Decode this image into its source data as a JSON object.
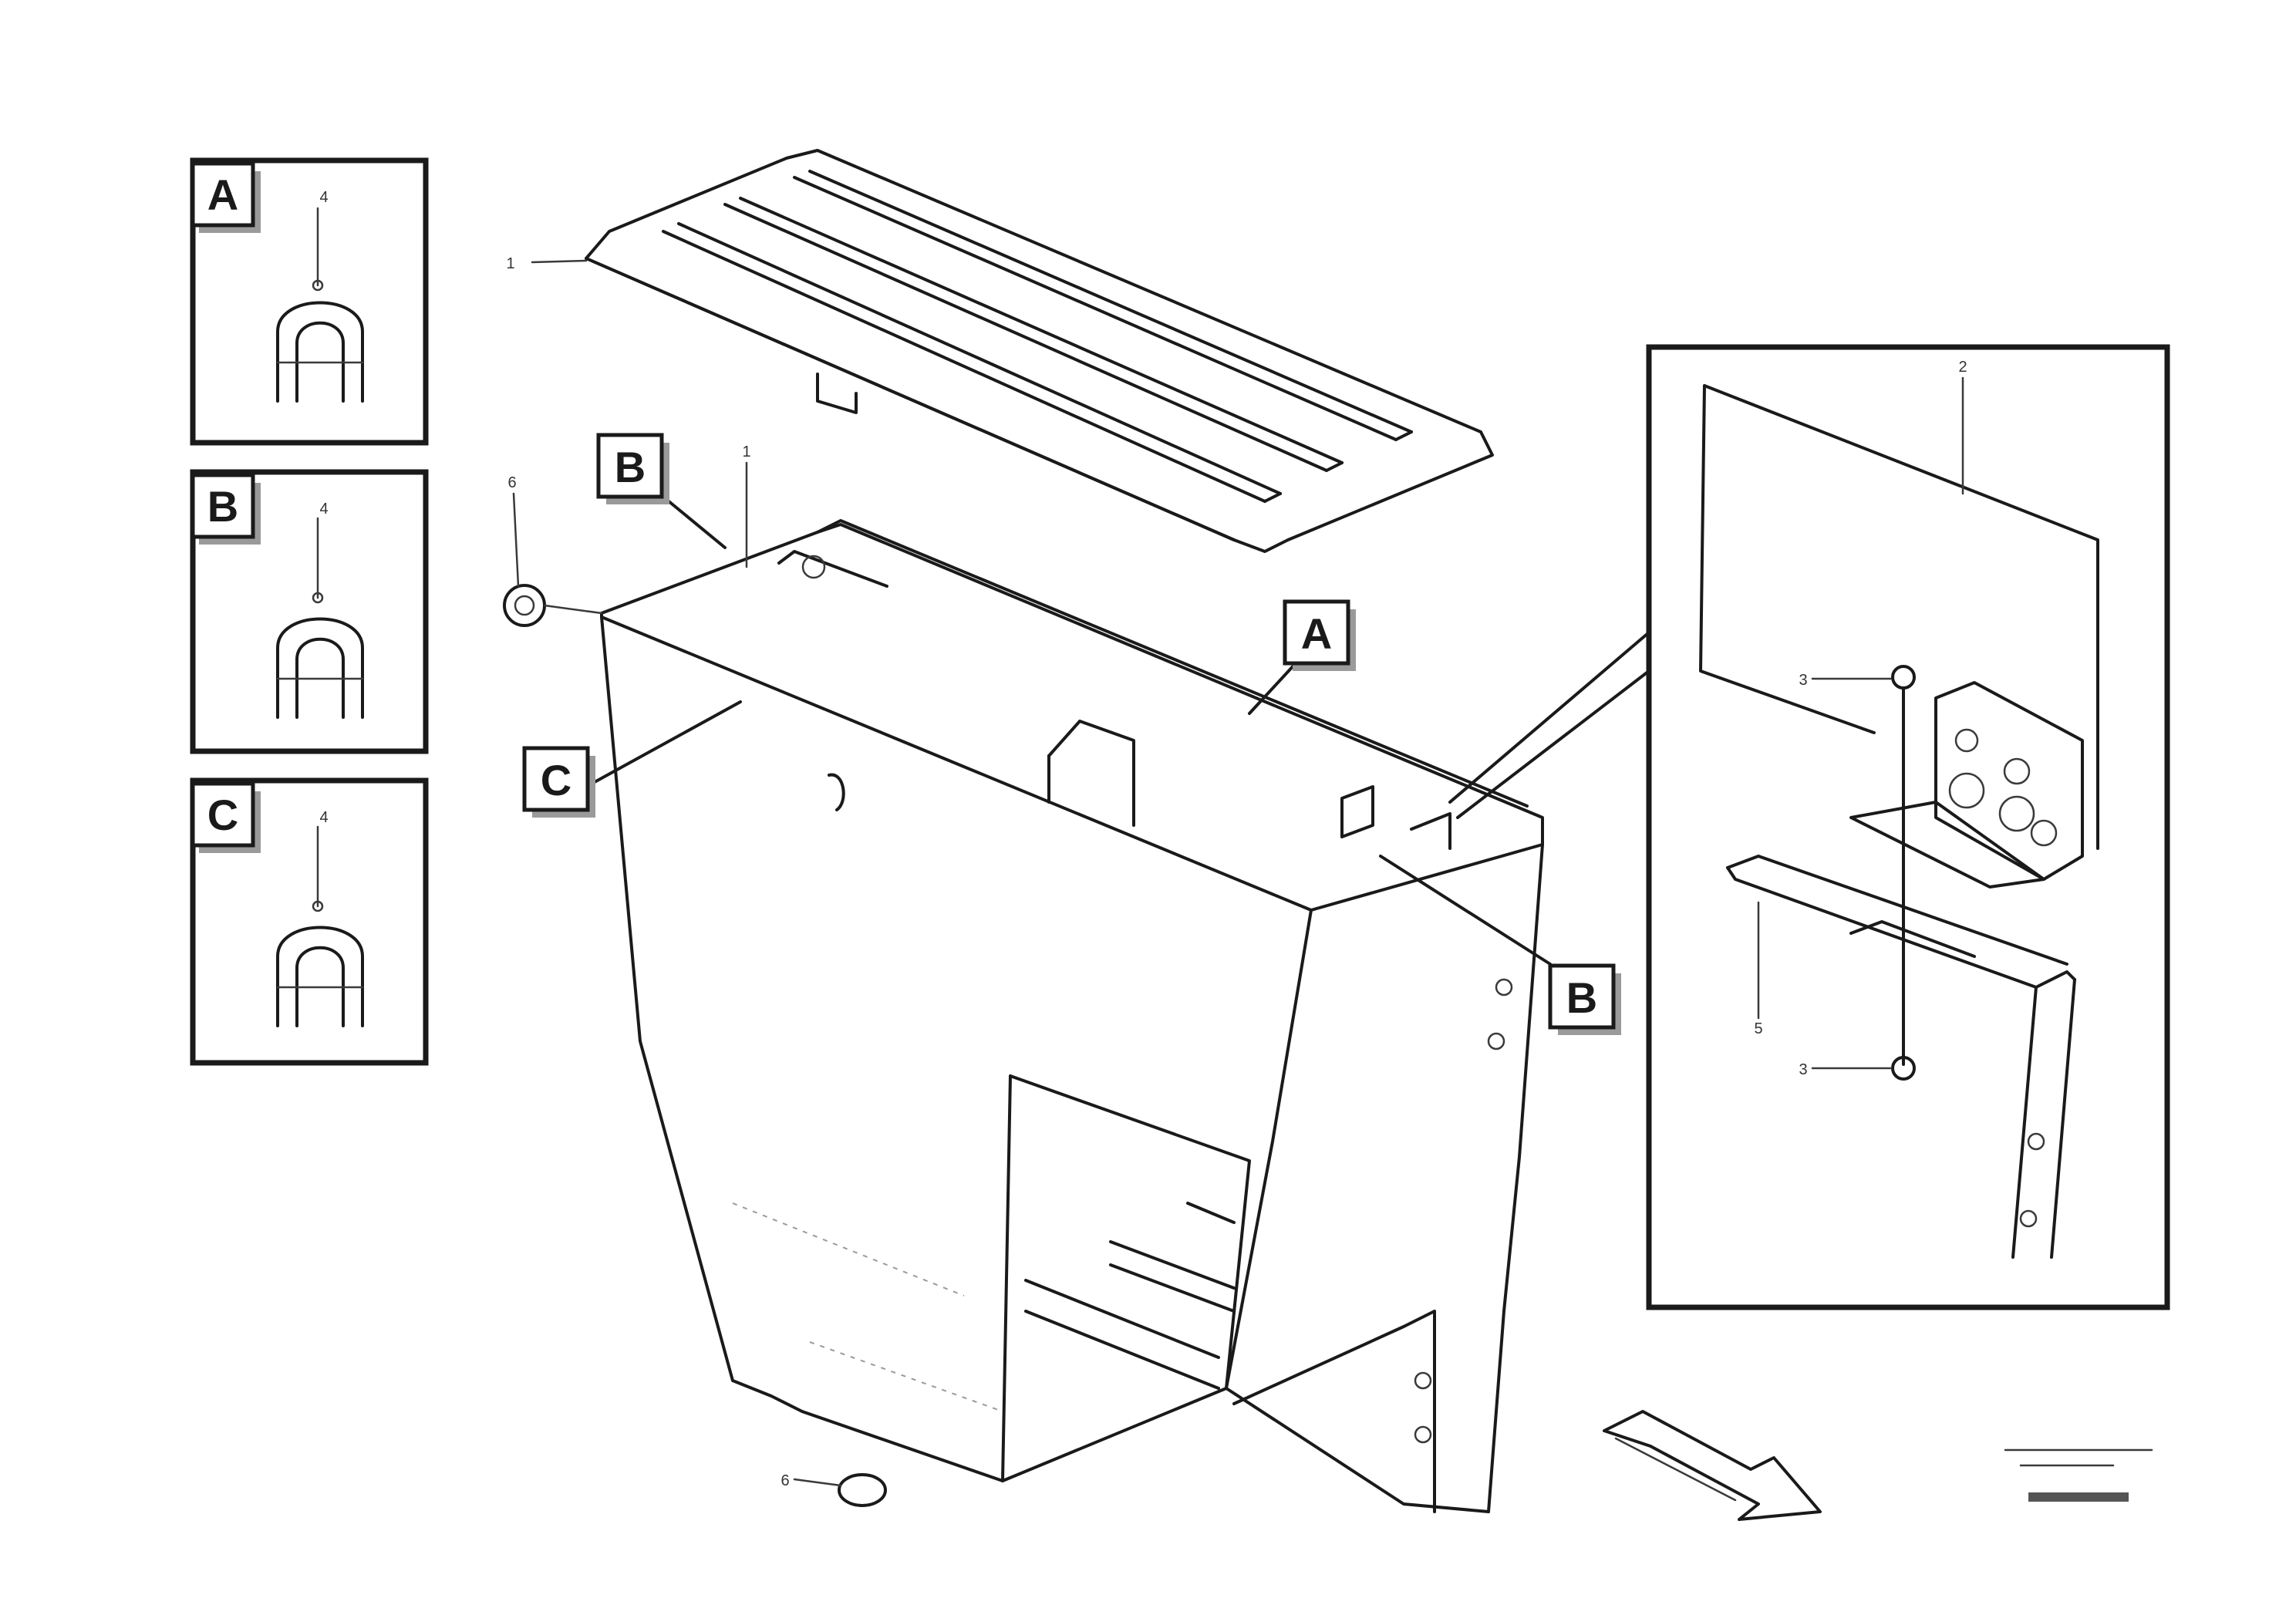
{
  "detail_views": [
    {
      "label": "A"
    },
    {
      "label": "B"
    },
    {
      "label": "C"
    }
  ],
  "callouts": {
    "b_upper": "B",
    "a_main": "A",
    "c_main": "C",
    "b_right": "B"
  },
  "part_numbers": {
    "step_plate": "1",
    "mount_top": "1",
    "bolt_left": "6",
    "detail_a_pin": "4",
    "detail_b_pin": "4",
    "detail_c_pin": "4",
    "inset_plate": "2",
    "inset_bolt_upper": "3",
    "inset_bracket": "5",
    "inset_bolt_lower": "3",
    "bottom_bolt": "6"
  },
  "drawing_id": ""
}
